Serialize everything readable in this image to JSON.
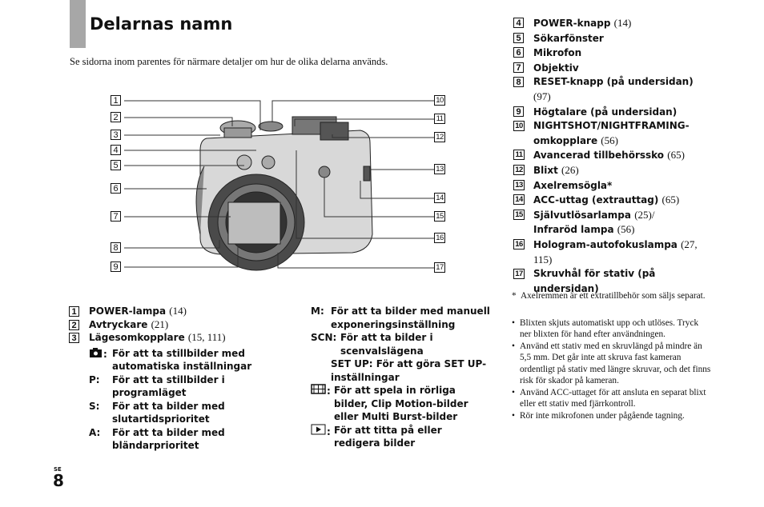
{
  "title": "Delarnas namn",
  "intro": "Se sidorna inom parentes för närmare detaljer om hur de olika delarna används.",
  "callouts_left": [
    "1",
    "2",
    "3",
    "4",
    "5",
    "6",
    "7",
    "8",
    "9"
  ],
  "callouts_right": [
    "10",
    "11",
    "12",
    "13",
    "14",
    "15",
    "16",
    "17"
  ],
  "parts_left": [
    {
      "n": "1",
      "name": "POWER-lampa",
      "ref": "(14)"
    },
    {
      "n": "2",
      "name": "Avtryckare",
      "ref": "(21)"
    },
    {
      "n": "3",
      "name": "Lägesomkopplare",
      "ref": "(15, 111)"
    }
  ],
  "modes_left": [
    {
      "key": "",
      "icon": "camera-icon",
      "text": "För att ta stillbilder med automatiska inställningar"
    },
    {
      "key": "P:",
      "text": "För att ta stillbilder i programläget"
    },
    {
      "key": "S:",
      "text": "För att ta bilder med slutartidsprioritet"
    },
    {
      "key": "A:",
      "text": "För att ta bilder med bländarprioritet"
    }
  ],
  "modes_right": [
    {
      "key": "M:",
      "text": "För att ta bilder med manuell exponeringsinställning"
    },
    {
      "key": "SCN:",
      "text": "För att ta bilder i scenvalslägena"
    },
    {
      "key": "SET UP:",
      "text": "För att göra SET UP-inställningar"
    },
    {
      "key": "",
      "icon": "movie-icon",
      "text": "För att spela in rörliga bilder, Clip Motion-bilder eller Multi Burst-bilder"
    },
    {
      "key": "",
      "icon": "playback-icon",
      "text": "För att titta på eller redigera bilder"
    }
  ],
  "parts_right": [
    {
      "n": "4",
      "name": "POWER-knapp",
      "ref": "(14)"
    },
    {
      "n": "5",
      "name": "Sökarfönster",
      "ref": ""
    },
    {
      "n": "6",
      "name": "Mikrofon",
      "ref": ""
    },
    {
      "n": "7",
      "name": "Objektiv",
      "ref": ""
    },
    {
      "n": "8",
      "name": "RESET-knapp (på undersidan)",
      "ref": "(97)"
    },
    {
      "n": "9",
      "name": "Högtalare (på undersidan)",
      "ref": ""
    },
    {
      "n": "10",
      "name": "NIGHTSHOT/NIGHTFRAMING-omkopplare",
      "ref": "(56)"
    },
    {
      "n": "11",
      "name": "Avancerad tillbehörssko",
      "ref": "(65)"
    },
    {
      "n": "12",
      "name": "Blixt",
      "ref": "(26)"
    },
    {
      "n": "13",
      "name": "Axelremsögla*",
      "ref": ""
    },
    {
      "n": "14",
      "name": "ACC-uttag (extrauttag)",
      "ref": "(65)"
    },
    {
      "n": "15",
      "name": "Självutlösarlampa",
      "ref": "(25)/",
      "name2": "Infraröd lampa",
      "ref2": "(56)"
    },
    {
      "n": "16",
      "name": "Hologram-autofokuslampa",
      "ref": "(27, 115)"
    },
    {
      "n": "17",
      "name": "Skruvhål för stativ (på undersidan)",
      "ref": ""
    }
  ],
  "footnote": "Axelremmen är ett extratillbehör som säljs separat.",
  "footnote_mark": "*",
  "notes": [
    "Blixten skjuts automatiskt upp och utlöses. Tryck ner blixten för hand efter användningen.",
    "Använd ett stativ med en skruvlängd på mindre än 5,5 mm. Det går inte att skruva fast kameran ordentligt på stativ med längre skruvar, och det finns risk för skador på kameran.",
    "Använd ACC-uttaget för att ansluta en separat blixt eller ett stativ med fjärrkontroll.",
    "Rör inte mikrofonen under pågående tagning."
  ],
  "page_lang": "SE",
  "page_number": "8"
}
